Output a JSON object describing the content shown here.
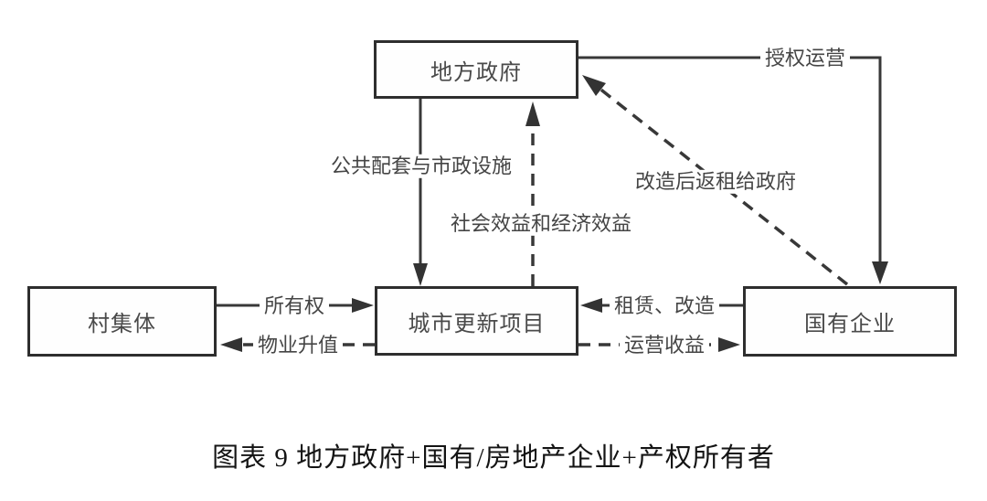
{
  "diagram": {
    "nodes": {
      "local_government": "地方政府",
      "village_collective": "村集体",
      "urban_renewal_project": "城市更新项目",
      "state_owned_enterprise": "国有企业"
    },
    "edges": [
      {
        "from": "local_government",
        "to": "urban_renewal_project",
        "label": "公共配套与市政设施",
        "style": "solid"
      },
      {
        "from": "urban_renewal_project",
        "to": "local_government",
        "label": "社会效益和经济效益",
        "style": "dashed"
      },
      {
        "from": "local_government",
        "to": "state_owned_enterprise",
        "label": "授权运营",
        "style": "solid"
      },
      {
        "from": "state_owned_enterprise",
        "to": "local_government",
        "label": "改造后返租给政府",
        "style": "dashed"
      },
      {
        "from": "village_collective",
        "to": "urban_renewal_project",
        "label": "所有权",
        "style": "solid"
      },
      {
        "from": "urban_renewal_project",
        "to": "village_collective",
        "label": "物业升值",
        "style": "dashed"
      },
      {
        "from": "state_owned_enterprise",
        "to": "urban_renewal_project",
        "label": "租赁、改造",
        "style": "solid"
      },
      {
        "from": "urban_renewal_project",
        "to": "state_owned_enterprise",
        "label": "运营收益",
        "style": "dashed"
      }
    ],
    "caption": "图表 9 地方政府+国有/房地产企业+产权所有者",
    "colors": {
      "line": "#383838",
      "box_border": "#2e2e2e",
      "box_text": "#4a4a4a",
      "label_text": "#454545",
      "caption_text": "#141414",
      "background": "#ffffff"
    }
  }
}
